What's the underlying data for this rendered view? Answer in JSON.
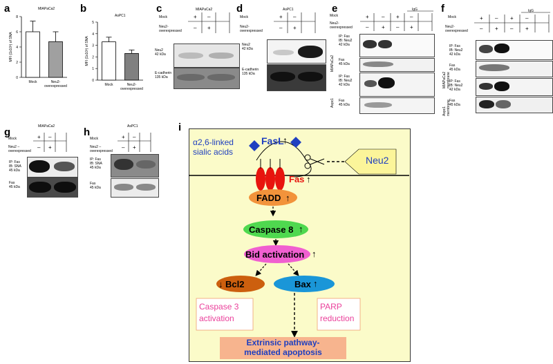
{
  "panels": {
    "a": {
      "letter": "a",
      "title": "MIAPaCa2",
      "ylabel": "MFI (1x10³) of SNA",
      "bars": [
        "Mock",
        "Neu2-\noverexpressed"
      ]
    },
    "b": {
      "letter": "b",
      "title": "AsPC1",
      "ylabel": "MFI (1x10³) of SNA",
      "bars": [
        "Mock",
        "Neu2-\noverexpressed"
      ]
    },
    "c": {
      "letter": "c",
      "title": "MIAPaCa2",
      "mock": "Mock",
      "neu": "Neu2-\noverexpressed",
      "r1": "Neu2\n42 kDa",
      "r2": "E-cadherin\n135 kDa"
    },
    "d": {
      "letter": "d",
      "title": "AsPC1",
      "mock": "Mock",
      "neu": "Neu2-\noverexpressed",
      "r1": "Neu2\n42 kDa",
      "r2": "E-cadherin\n135 kDa"
    },
    "e": {
      "letter": "e",
      "mock": "Mock",
      "neu": "Neu2-\noverexpressed",
      "igg": "IgG",
      "r1": "IP: Fas\nIB: Neu2\n42 kDa",
      "r2": "Fas\n45 kDa",
      "r3": "IP: Fas\nIB: Neu2\n42 kDa",
      "r4": "Fas\n45 kDa",
      "side1": "MIAPaCa2",
      "side2": "Aspc1"
    },
    "f": {
      "letter": "f",
      "mock": "Mock",
      "neu": "Neu2-\noverexpressed",
      "igg": "IgG",
      "r1": "IP: Fas\nIB: Neu2\n42 kDa",
      "r2": "Fas\n45 kDa",
      "r3": "IP: Fas\nIB: Neu2\n42 kDa",
      "r4": "Fas\n45 kDa",
      "side1": "MIAPaCa2\nmembrane",
      "side2": "Aspc1\nmembrane"
    },
    "g": {
      "letter": "g",
      "title": "MIAPaCa2",
      "mock": "Mock",
      "neu": "Neu2 –\noverexpressed",
      "r1": "IP: Fas\nIB: SNA\n45 kDa",
      "r2": "Fas\n45 kDa"
    },
    "h": {
      "letter": "h",
      "title": "AsPC1",
      "mock": "Mock",
      "neu": "Neu2 –\noverexpressed",
      "r1": "IP: Fas\nIB: SNA\n45 kDa",
      "r2": "Fas\n45 kDa"
    },
    "i": {
      "letter": "i"
    }
  },
  "chart_data": [
    {
      "type": "bar",
      "title": "MIAPaCa2",
      "ylabel": "MFI (1x10³) of SNA",
      "categories": [
        "Mock",
        "Neu2-overexpressed"
      ],
      "values": [
        6.0,
        4.7
      ],
      "errors": [
        1.4,
        1.3
      ],
      "ylim": [
        0,
        8
      ],
      "yticks": [
        0,
        2,
        4,
        6,
        8
      ],
      "colors": [
        "#ffffff",
        "#a0a0a0"
      ]
    },
    {
      "type": "bar",
      "title": "AsPC1",
      "ylabel": "MFI (1x10³) of SNA",
      "categories": [
        "Mock",
        "Neu2-overexpressed"
      ],
      "values": [
        3.3,
        2.3
      ],
      "errors": [
        0.4,
        0.3
      ],
      "ylim": [
        0,
        5
      ],
      "yticks": [
        0,
        1,
        2,
        3,
        4,
        5
      ],
      "colors": [
        "#ffffff",
        "#808080"
      ]
    }
  ],
  "signs": {
    "plus": "+",
    "minus": "–"
  },
  "diagram": {
    "sialic": "α2,6-linked\nsialic acids",
    "fasl": "FasL",
    "fas": "Fas",
    "neu2": "Neu2",
    "fadd": "FADD",
    "casp8": "Caspase 8",
    "bid": "Bid activation",
    "bcl2": "Bcl2",
    "bax": "Bax",
    "casp3": "Caspase 3\nactivation",
    "parp": "PARP\nreduction",
    "apop": "Extrinsic pathway-\nmediated apoptosis",
    "colors": {
      "bg": "#fbfbc9",
      "fadd": "#f2933b",
      "casp8": "#4fd84f",
      "bid": "#f05fd0",
      "bcl2": "#cc5f0e",
      "bax": "#1a96d8",
      "neu2": "#fbf59a",
      "apop": "#f7b48e",
      "text_blue": "#1f3fbf",
      "text_pink": "#ea3f9a",
      "fas_red": "#e8140e",
      "diamond": "#2040c0"
    }
  }
}
